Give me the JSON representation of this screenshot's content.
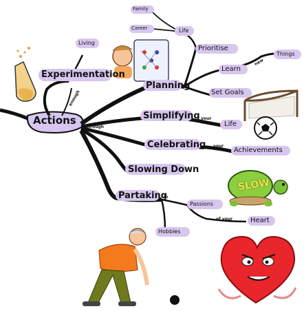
{
  "mindmap": {
    "center": "Actions",
    "connector": "through",
    "branches": {
      "experimentation": {
        "label": "Experimentation",
        "connector": "enough",
        "child": "Living"
      },
      "planning": {
        "label": "Planning",
        "prioritise": {
          "label": "Prioritise",
          "child": "Life",
          "grandchildren": [
            "Family",
            "Career"
          ]
        },
        "learn": {
          "label": "Learn",
          "connector": "new",
          "child": "Things"
        },
        "set_goals": {
          "label": "Set Goals"
        }
      },
      "simplifying": {
        "label": "Simplifying",
        "connector": "your",
        "child": "Life"
      },
      "celebrating": {
        "label": "Celebrating",
        "connector": "your",
        "child": "Achievements"
      },
      "slowing_down": {
        "label": "Slowing Down"
      },
      "partaking": {
        "label": "Partaking",
        "connector": "in",
        "children": [
          "Passions",
          "Hobbies"
        ],
        "passions_connector": "of your",
        "passions_child": "Heart"
      }
    },
    "images": {
      "turtle_text": "SLOW"
    }
  },
  "colors": {
    "branch": "#111111",
    "pill": "#d7c6ee",
    "turtle_shell": "#8bcf3f",
    "heart": "#e8262b",
    "shirt": "#f47a1d",
    "pants": "#6f7a1e"
  }
}
